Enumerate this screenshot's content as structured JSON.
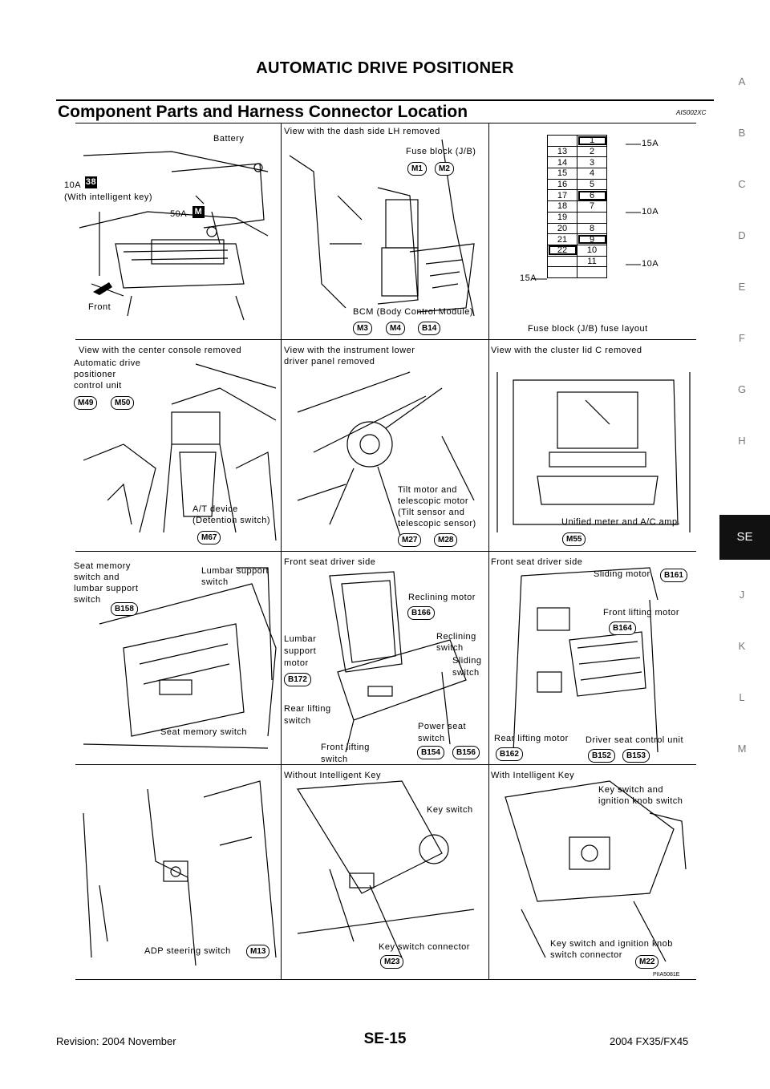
{
  "header": {
    "title": "AUTOMATIC DRIVE POSITIONER"
  },
  "section": {
    "title": "Component Parts and Harness Connector Location",
    "code": "AIS002XC"
  },
  "side_index": {
    "letters": [
      "A",
      "B",
      "C",
      "D",
      "E",
      "F",
      "G",
      "H",
      "SE",
      "J",
      "K",
      "L",
      "M"
    ],
    "active": "SE"
  },
  "figure": {
    "panels": {
      "p1": {
        "battery": "Battery",
        "fuse10a": "10A",
        "fuse10a_box": "38",
        "intelligent": "(With intelligent key)",
        "fuse50a": "50A",
        "fuse50a_box": "M",
        "front": "Front"
      },
      "p2": {
        "title": "View with the dash side LH removed",
        "fuse_block": "Fuse block (J/B)",
        "c1": "M1",
        "c2": "M2",
        "bcm": "BCM (Body Control Module)",
        "c3": "M3",
        "c4": "M4",
        "c5": "B14"
      },
      "p3": {
        "caption": "Fuse block (J/B) fuse layout",
        "a15": "15A",
        "a10a": "10A",
        "a10b": "10A",
        "a15b": "15A",
        "rows": [
          [
            "",
            "1"
          ],
          [
            "13",
            "2"
          ],
          [
            "14",
            "3"
          ],
          [
            "15",
            "4"
          ],
          [
            "16",
            "5"
          ],
          [
            "17",
            "6"
          ],
          [
            "18",
            "7"
          ],
          [
            "19",
            ""
          ],
          [
            "20",
            "8"
          ],
          [
            "21",
            "9"
          ],
          [
            "22",
            "10"
          ],
          [
            "",
            "11"
          ],
          [
            "",
            ""
          ]
        ]
      },
      "p4": {
        "title": "View with the center console removed",
        "adp1": "Automatic drive",
        "adp2": "positioner",
        "adp3": "control unit",
        "c1": "M49",
        "c2": "M50",
        "at1": "A/T device",
        "at2": "(Detention switch)",
        "c3": "M67"
      },
      "p5": {
        "title1": "View with the instrument lower",
        "title2": "driver panel removed",
        "tilt1": "Tilt motor and",
        "tilt2": "telescopic motor",
        "tilt3": "(Tilt sensor and",
        "tilt4": "telescopic sensor)",
        "c1": "M27",
        "c2": "M28"
      },
      "p6": {
        "title": "View with the cluster lid C removed",
        "unified": "Unified meter and A/C amp.",
        "c1": "M55"
      },
      "p7": {
        "sm1": "Seat memory",
        "sm2": "switch and",
        "sm3": "lumbar support",
        "sm4": "switch",
        "c1": "B158",
        "ls1": "Lumbar support",
        "ls2": "switch",
        "sms": "Seat memory switch"
      },
      "p8": {
        "title": "Front seat driver side",
        "recl_motor": "Reclining motor",
        "c1": "B166",
        "recl_sw1": "Reclining",
        "recl_sw2": "switch",
        "slid_sw1": "Sliding",
        "slid_sw2": "switch",
        "lum1": "Lumbar",
        "lum2": "support",
        "lum3": "motor",
        "c2": "B172",
        "rl1": "Rear lifting",
        "rl2": "switch",
        "ps1": "Power seat",
        "ps2": "switch",
        "fl1": "Front lifting",
        "fl2": "switch",
        "c3": "B154",
        "c4": "B156"
      },
      "p9": {
        "title": "Front seat driver side",
        "sliding": "Sliding motor",
        "c1": "B161",
        "flm": "Front lifting motor",
        "c2": "B164",
        "rlm": "Rear lifting motor",
        "c3": "B162",
        "dsc": "Driver seat control unit",
        "c4": "B152",
        "c5": "B153"
      },
      "p10": {
        "adp": "ADP steering switch",
        "c1": "M13"
      },
      "p11": {
        "title": "Without Intelligent Key",
        "ks": "Key switch",
        "ksc": "Key switch connector",
        "c1": "M23"
      },
      "p12": {
        "title": "With Intelligent Key",
        "k1": "Key switch and",
        "k2": "ignition knob switch",
        "k3": "Key switch and ignition knob",
        "k4": "switch connector",
        "c1": "M22"
      }
    },
    "code": "PIIA5081E"
  },
  "footer": {
    "revision": "Revision: 2004 November",
    "page": "SE-15",
    "model": "2004 FX35/FX45"
  }
}
